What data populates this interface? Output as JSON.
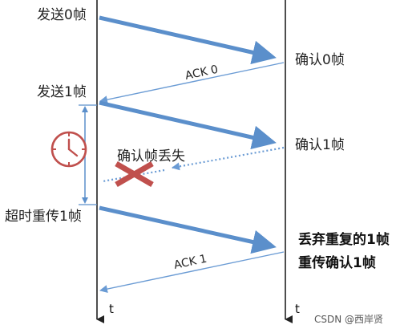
{
  "labels": {
    "send0": "发送0帧",
    "ack0_recv": "确认0帧",
    "ack0": "ACK 0",
    "send1": "发送1帧",
    "ack1_recv": "确认1帧",
    "ack_lost": "确认帧丢失",
    "retransmit": "超时重传1帧",
    "discard": "丢弃重复的1帧",
    "resend_ack": "重传确认1帧",
    "ack1": "ACK 1",
    "time_left": "t",
    "time_right": "t",
    "watermark": "CSDN @西岸贤"
  },
  "colors": {
    "frame_arrow": "#5b8fcb",
    "ack_arrow": "#6a9bd4",
    "timer": "#c0504d",
    "lost_cross": "#c0504d",
    "timer_bracket": "#5b8fcb",
    "axis": "#222222"
  },
  "icons": {
    "timer": "clock-icon",
    "lost": "x-cross-icon"
  }
}
